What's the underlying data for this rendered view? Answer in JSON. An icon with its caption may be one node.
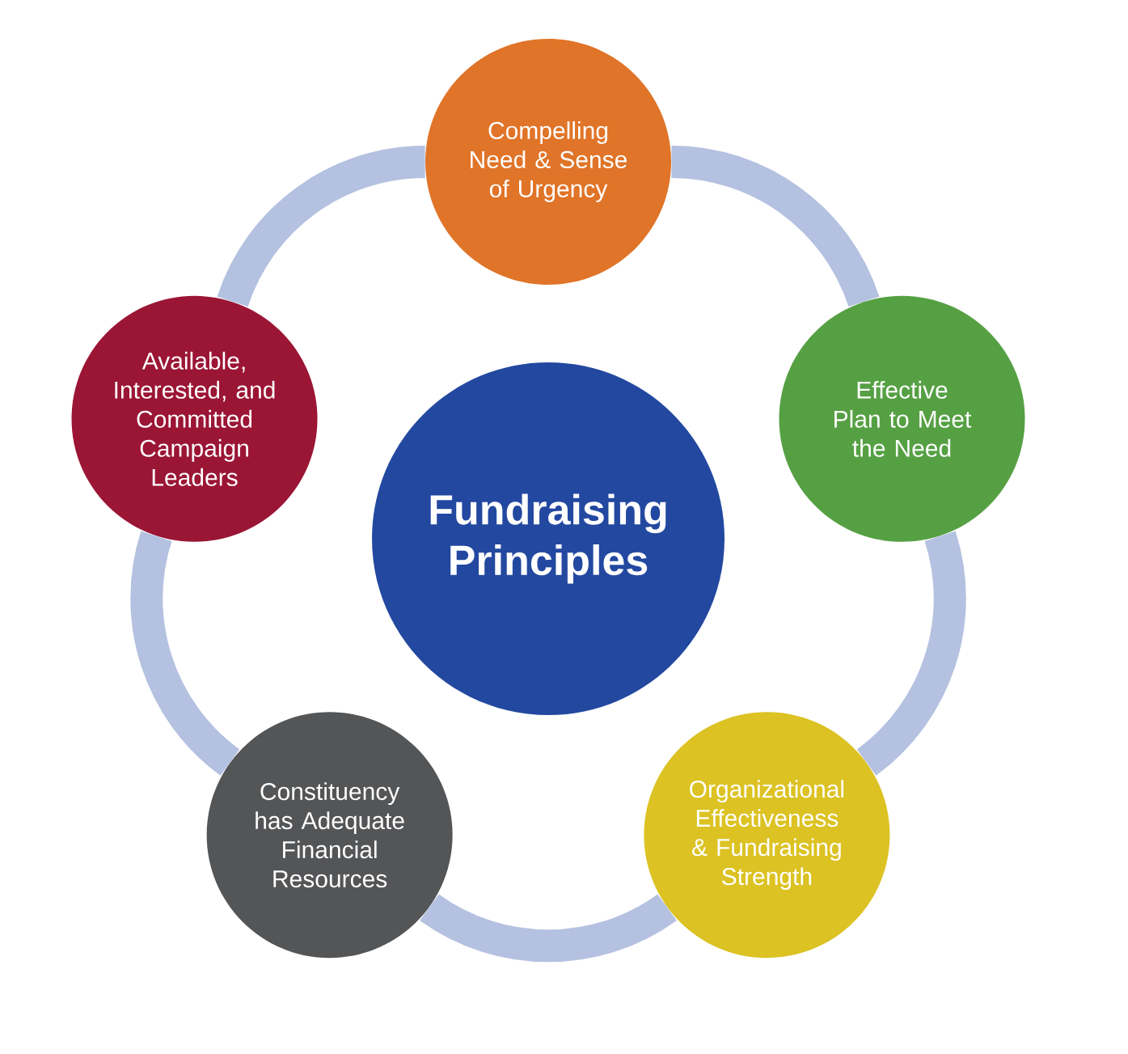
{
  "diagram": {
    "nodes": [
      {
        "text": [
          "Fundraising Principles"
        ]
      },
      {
        "text": [
          "Compelling Need & Sense of Urgency"
        ]
      },
      {
        "text": [
          "Available, Interested, and Committed Campaign Leaders"
        ]
      },
      {
        "text": [
          "Effective Plan to Meet the Need"
        ]
      },
      {
        "text": [
          "Constituency has Adequate Financial Resources"
        ]
      },
      {
        "text": [
          "Organizational Effectiveness & Fundraising Strength"
        ]
      }
    ],
    "edges": [
      {
        "from": 1,
        "to": 3,
        "arrow": "none"
      },
      {
        "from": 3,
        "to": 5,
        "arrow": "none"
      },
      {
        "from": 5,
        "to": 4,
        "arrow": "none"
      },
      {
        "from": 4,
        "to": 2,
        "arrow": "none"
      },
      {
        "from": 2,
        "to": 1,
        "arrow": "none"
      }
    ]
  }
}
